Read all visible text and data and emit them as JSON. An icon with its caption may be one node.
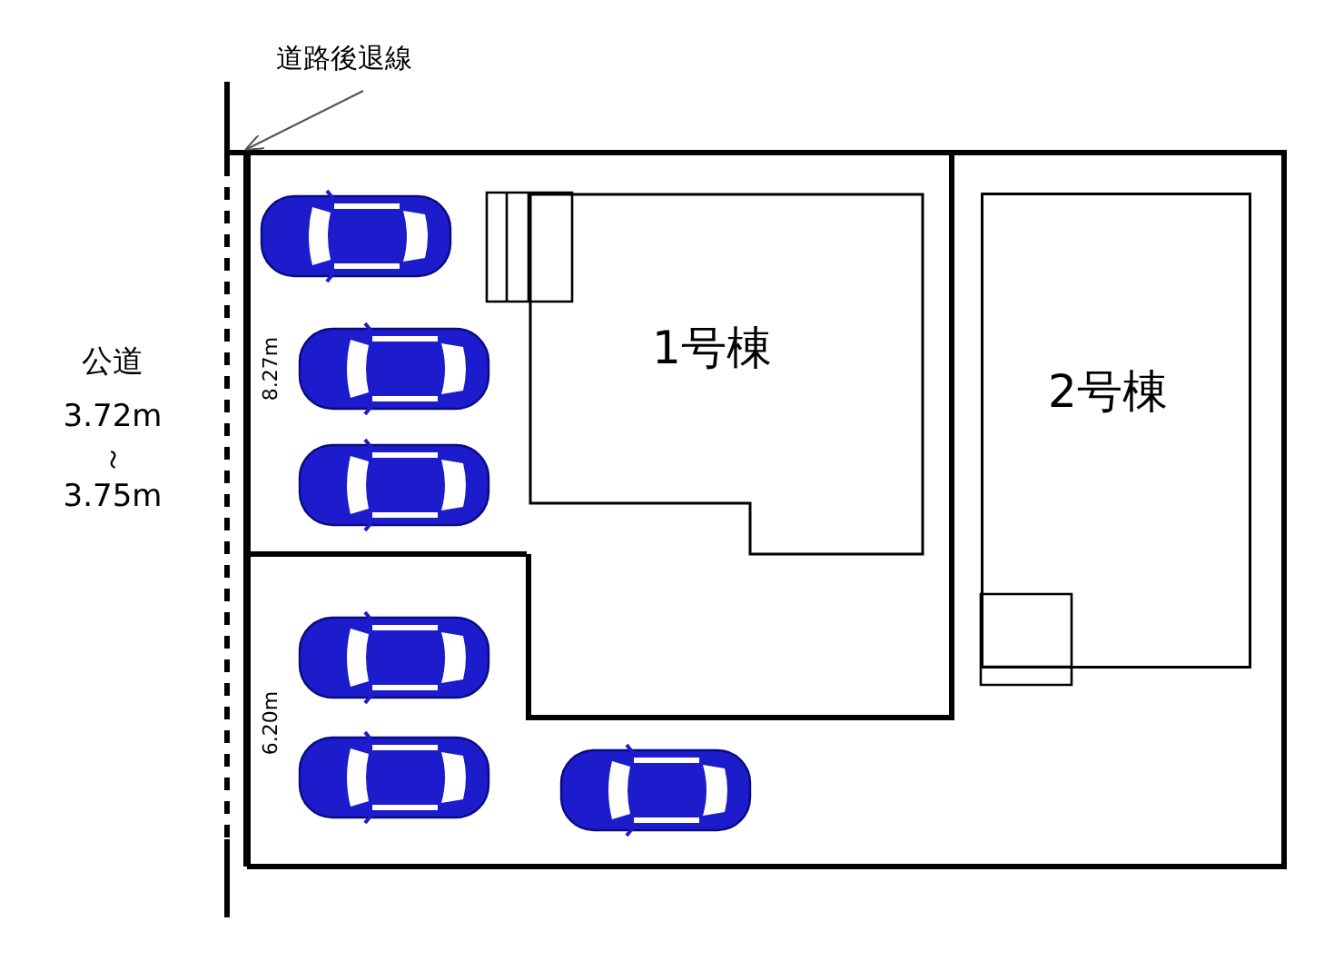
{
  "diagram": {
    "nodes": [
      {
        "text": [
          "道路後退線"
        ]
      },
      {
        "text": [],
        "shape": "line"
      },
      {
        "text": [
          "1号棟"
        ]
      },
      {
        "text": [
          "2号棟"
        ]
      }
    ],
    "edges": [
      {
        "from": 0,
        "to": 1,
        "arrow": "to"
      }
    ],
    "labels": [
      "公道",
      "3.72m",
      "～",
      "3.75m",
      "8.27m",
      "6.20m"
    ]
  }
}
